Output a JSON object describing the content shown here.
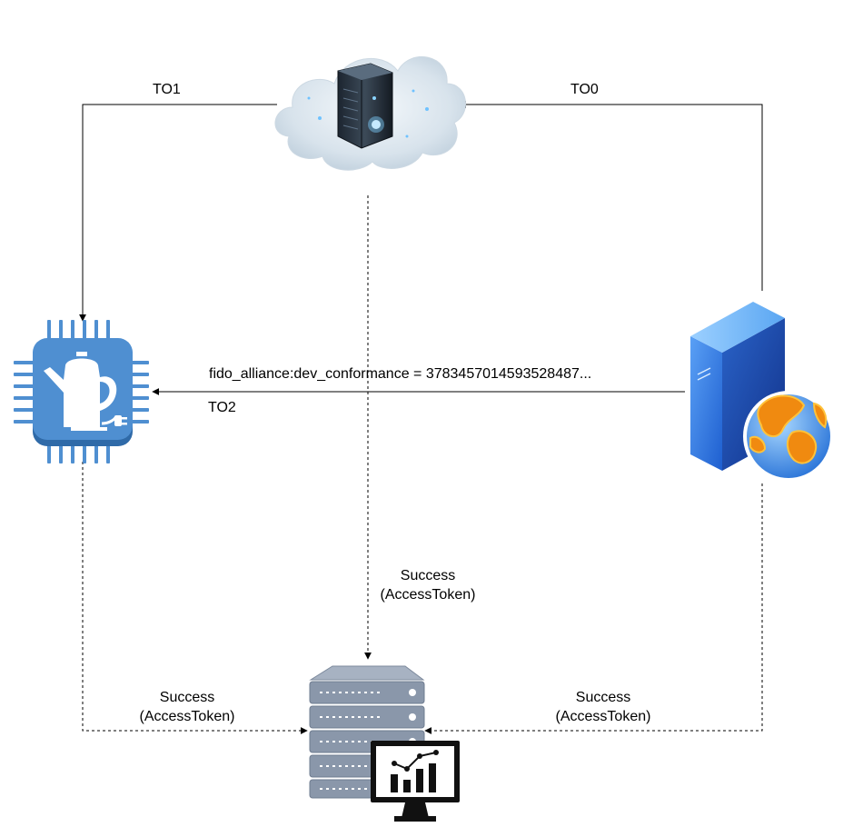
{
  "edges": {
    "to0": {
      "label": "TO0"
    },
    "to1": {
      "label": "TO1"
    },
    "to2": {
      "label": "TO2",
      "message": "fido_alliance:dev_conformance =  3783457014593528487..."
    },
    "rendezvous_success": {
      "line1": "Success",
      "line2": "(AccessToken)"
    },
    "device_success": {
      "line1": "Success",
      "line2": "(AccessToken)"
    },
    "owner_success": {
      "line1": "Success",
      "line2": "(AccessToken)"
    }
  },
  "nodes": {
    "rendezvous_server": {
      "icon": "cloud-server-icon"
    },
    "iot_device": {
      "icon": "chip-kettle-icon"
    },
    "owner_server": {
      "icon": "web-server-globe-icon"
    },
    "management_server": {
      "icon": "server-rack-monitor-icon"
    }
  },
  "colors": {
    "chip_blue": "#4f8fd1",
    "server_blue": "#2f7de8",
    "globe_orange": "#f08a10",
    "rack_gray": "#8a97aa",
    "monitor_black": "#111111",
    "line": "#000000"
  }
}
